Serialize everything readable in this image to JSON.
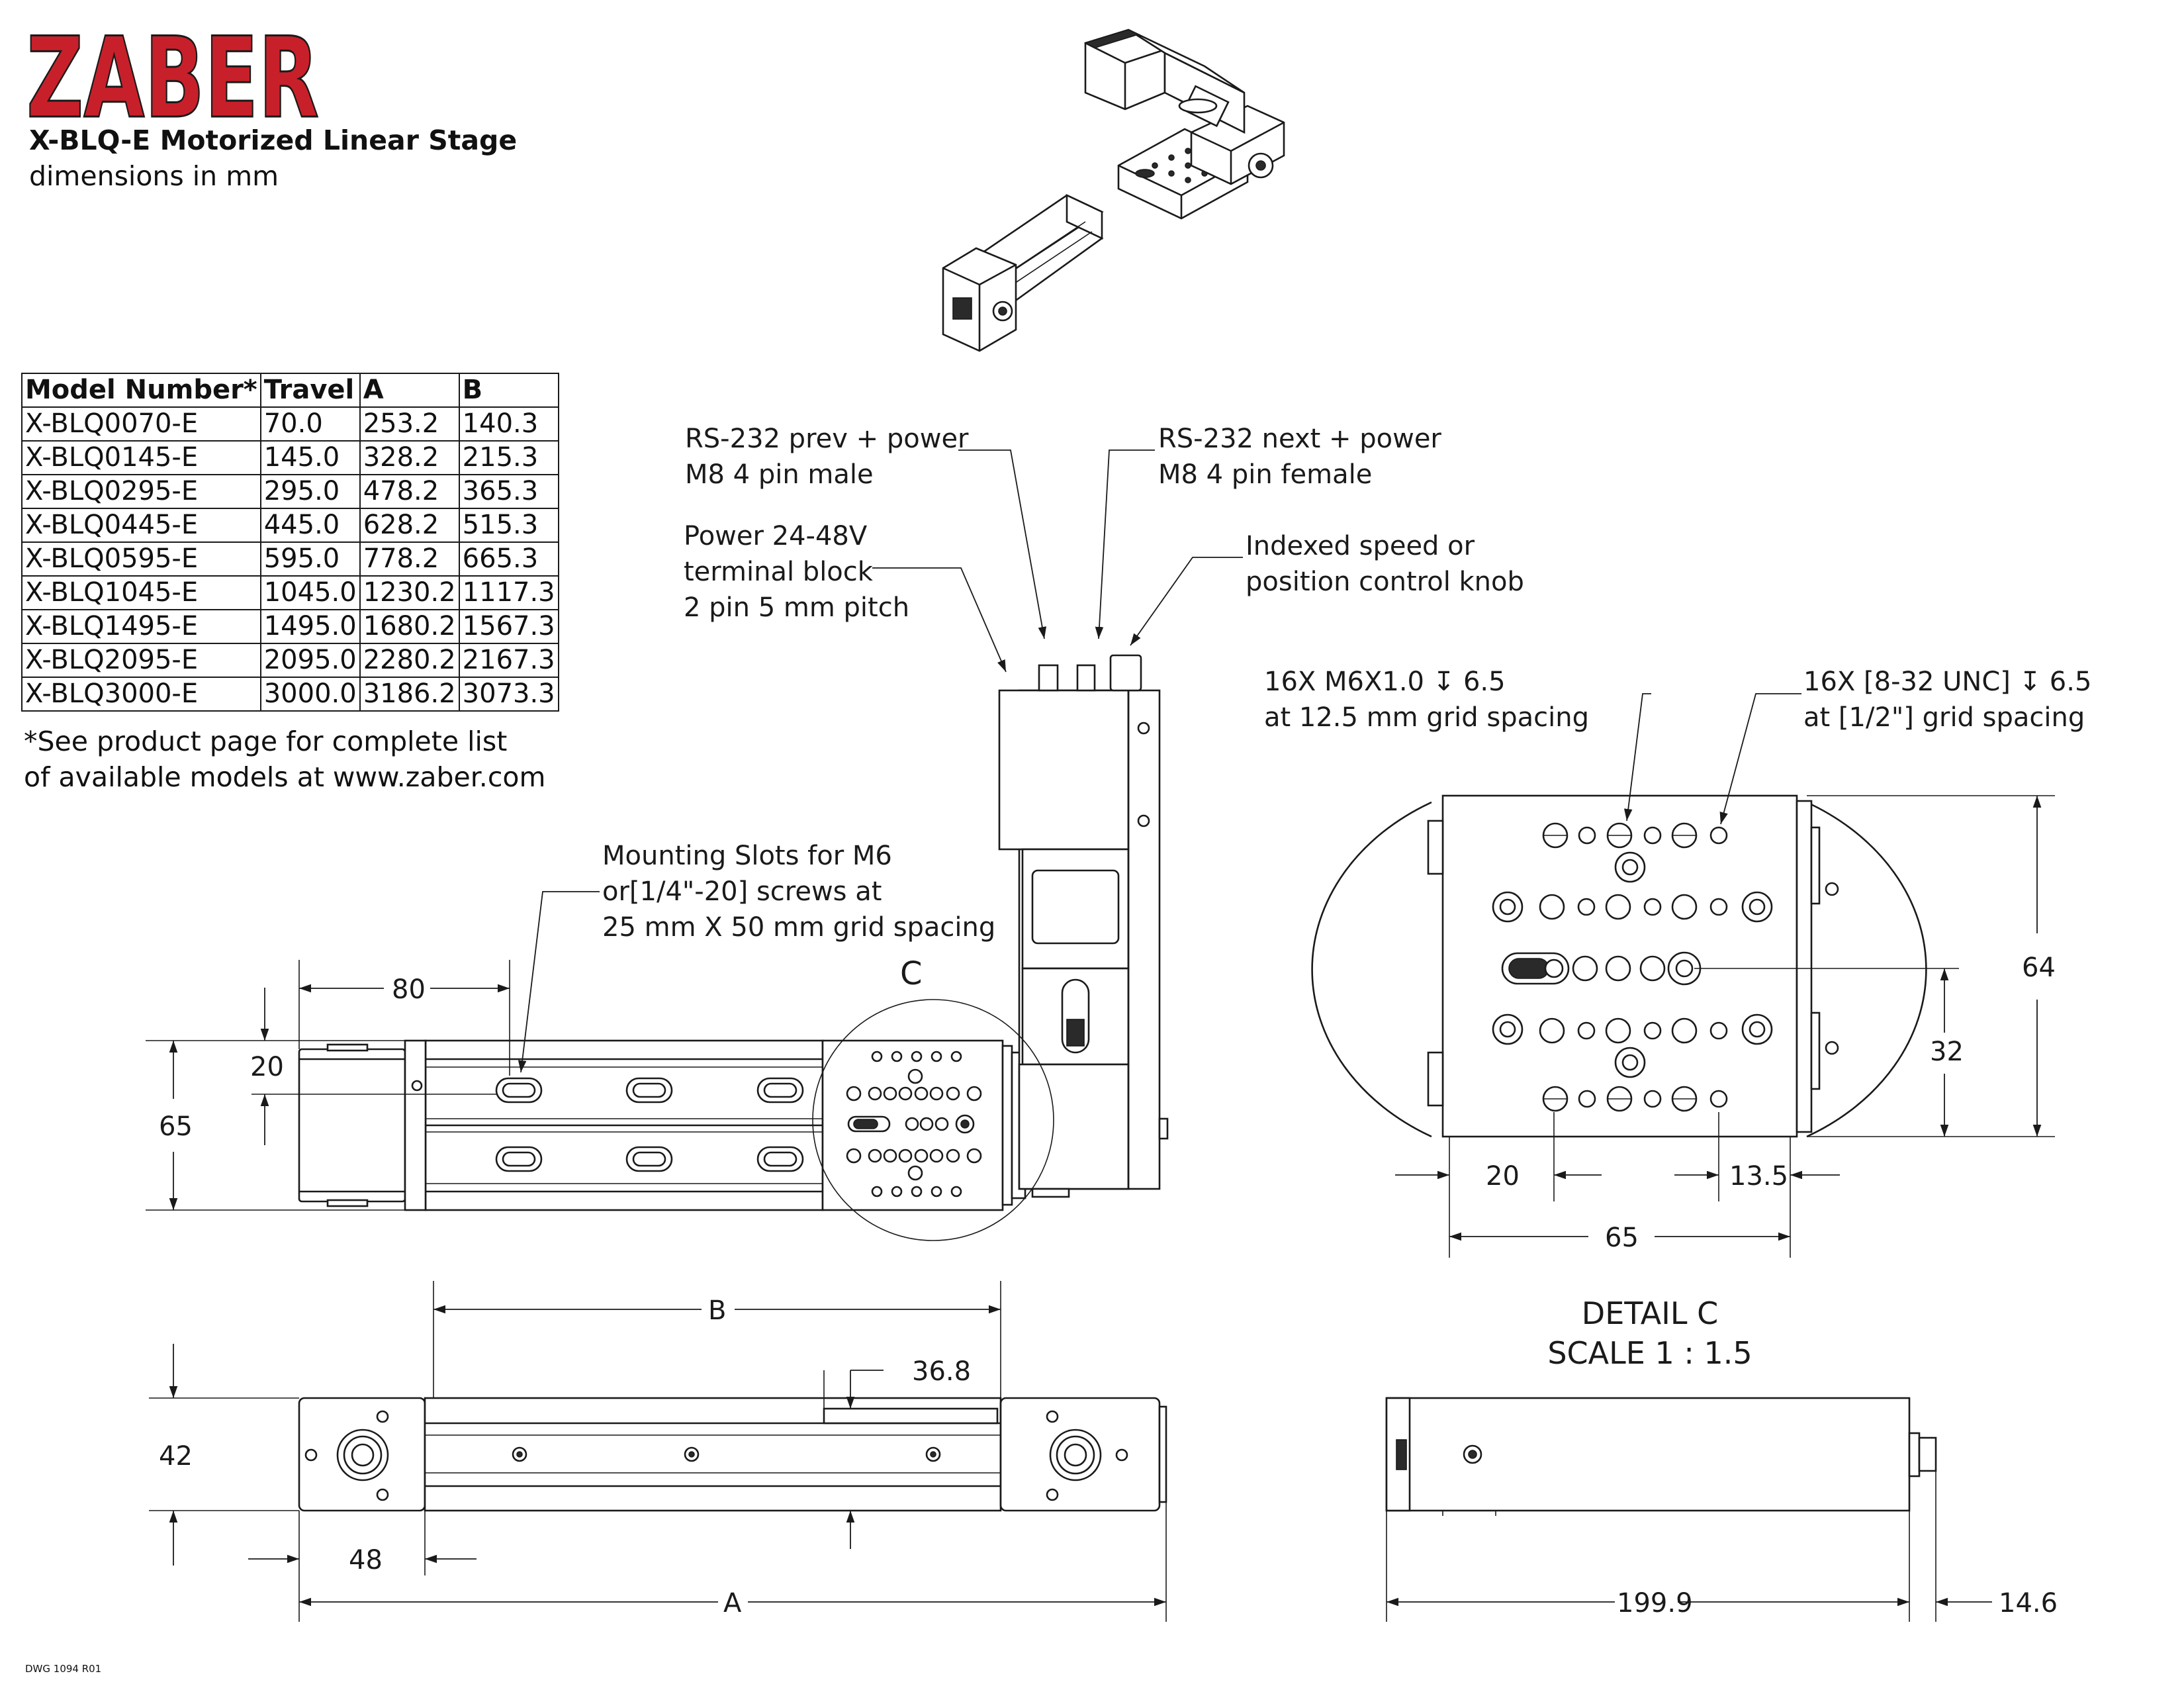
{
  "header": {
    "logo": "ZABER",
    "title": "X-BLQ-E Motorized Linear Stage",
    "subtitle": "dimensions in mm",
    "brand_color": "#c8202a"
  },
  "table": {
    "headers": [
      "Model Number*",
      "Travel",
      "A",
      "B"
    ],
    "rows": [
      [
        "X-BLQ0070-E",
        "70.0",
        "253.2",
        "140.3"
      ],
      [
        "X-BLQ0145-E",
        "145.0",
        "328.2",
        "215.3"
      ],
      [
        "X-BLQ0295-E",
        "295.0",
        "478.2",
        "365.3"
      ],
      [
        "X-BLQ0445-E",
        "445.0",
        "628.2",
        "515.3"
      ],
      [
        "X-BLQ0595-E",
        "595.0",
        "778.2",
        "665.3"
      ],
      [
        "X-BLQ1045-E",
        "1045.0",
        "1230.2",
        "1117.3"
      ],
      [
        "X-BLQ1495-E",
        "1495.0",
        "1680.2",
        "1567.3"
      ],
      [
        "X-BLQ2095-E",
        "2095.0",
        "2280.2",
        "2167.3"
      ],
      [
        "X-BLQ3000-E",
        "3000.0",
        "3186.2",
        "3073.3"
      ]
    ],
    "footnote": "*See product page for complete list\nof available models at www.zaber.com"
  },
  "callouts": {
    "rs232_prev": [
      "RS-232 prev + power",
      "M8 4 pin male"
    ],
    "rs232_next": [
      "RS-232 next + power",
      "M8 4 pin female"
    ],
    "power": [
      "Power 24-48V",
      "terminal block",
      "2 pin 5 mm pitch"
    ],
    "knob": [
      "Indexed speed or",
      "position control knob"
    ],
    "slots": [
      "Mounting Slots for M6",
      "or[1/4\"-20] screws at",
      "25 mm X 50 mm grid spacing"
    ],
    "detail_label": "C",
    "holes_m6": [
      "16X M6X1.0 ↧ 6.5",
      "at 12.5 mm grid spacing"
    ],
    "holes_832": [
      "16X [8-32 UNC] ↧ 6.5",
      "at [1/2\"] grid spacing"
    ]
  },
  "dimensions": {
    "top_80": "80",
    "top_20": "20",
    "top_65": "65",
    "det_64": "64",
    "det_32": "32",
    "det_20": "20",
    "det_13_5": "13.5",
    "det_65": "65",
    "side_b": "B",
    "side_36_8": "36.8",
    "side_42": "42",
    "side_48": "48",
    "side_a": "A",
    "end_199_9": "199.9",
    "end_14_6": "14.6"
  },
  "detail": {
    "title": "DETAIL C",
    "scale": "SCALE 1 : 1.5"
  },
  "footer": {
    "dwg": "DWG 1094 R01"
  }
}
